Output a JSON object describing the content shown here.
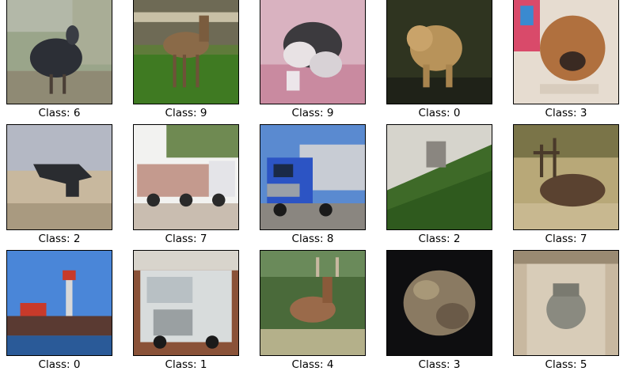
{
  "images": [
    {
      "label": "Class: 6",
      "subject": "black bird / emu in grass"
    },
    {
      "label": "Class: 9",
      "subject": "deer standing on green field"
    },
    {
      "label": "Class: 9",
      "subject": "small black-and-white dog on pink blanket"
    },
    {
      "label": "Class: 0",
      "subject": "fluffy tan dog on dark background"
    },
    {
      "label": "Class: 3",
      "subject": "brown puppy with toys"
    },
    {
      "label": "Class: 2",
      "subject": "dark bird flying over sandy ground"
    },
    {
      "label": "Class: 7",
      "subject": "white semi truck on road"
    },
    {
      "label": "Class: 8",
      "subject": "blue semi truck under blue sky"
    },
    {
      "label": "Class: 2",
      "subject": "gray animal on grassy slope"
    },
    {
      "label": "Class: 7",
      "subject": "elk with antlers in field"
    },
    {
      "label": "Class: 0",
      "subject": "ship docked in harbor"
    },
    {
      "label": "Class: 1",
      "subject": "white truck front view"
    },
    {
      "label": "Class: 4",
      "subject": "deer with antlers in forest"
    },
    {
      "label": "Class: 3",
      "subject": "toad on dark background"
    },
    {
      "label": "Class: 5",
      "subject": "gray cat on beige background"
    }
  ]
}
